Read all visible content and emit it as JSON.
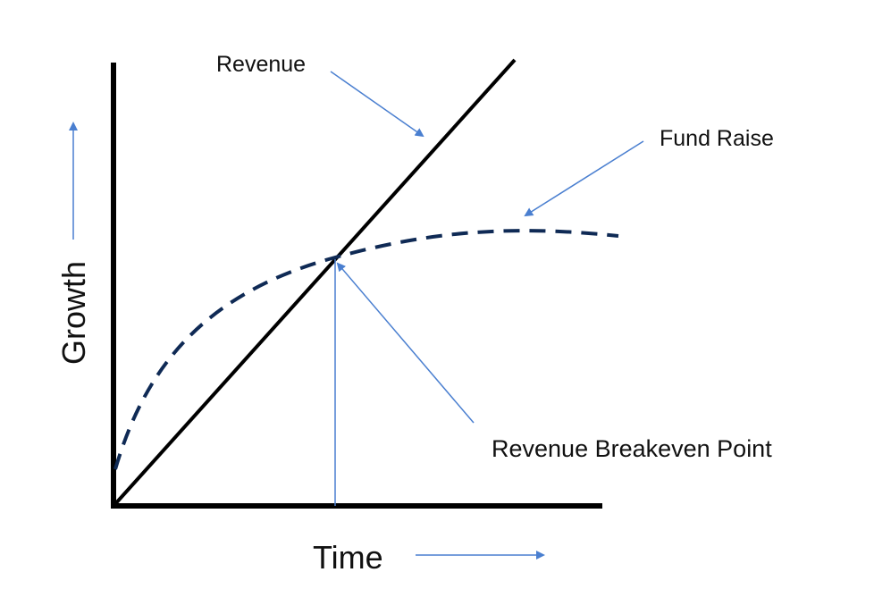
{
  "diagram": {
    "labels": {
      "revenue": "Revenue",
      "fund_raise": "Fund Raise",
      "breakeven": "Revenue Breakeven Point",
      "x_axis": "Time",
      "y_axis": "Growth"
    },
    "colors": {
      "axis": "#000000",
      "revenue_line": "#000000",
      "fund_raise_curve": "#0f2a55",
      "arrow": "#4a7fd0",
      "text": "#111111"
    },
    "icons": {
      "x_direction": "right-arrow-icon",
      "y_direction": "up-arrow-icon"
    }
  }
}
